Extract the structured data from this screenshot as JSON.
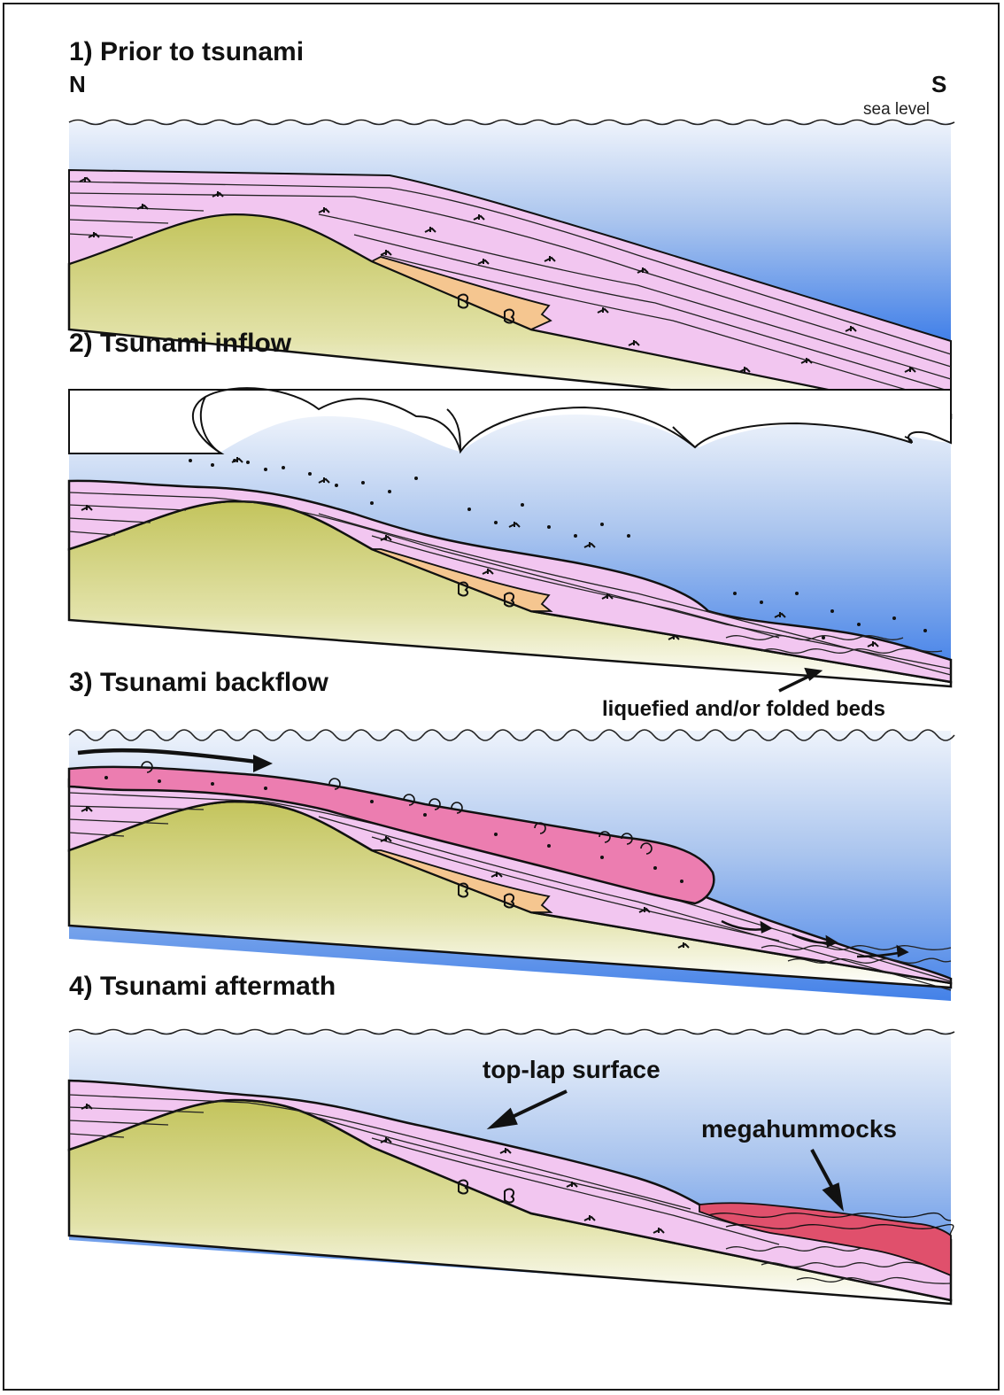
{
  "panels": [
    {
      "title": "1) Prior to tsunami"
    },
    {
      "title": "2) Tsunami inflow"
    },
    {
      "title": "3) Tsunami backflow"
    },
    {
      "title": "4) Tsunami aftermath"
    }
  ],
  "directions": {
    "north": "N",
    "south": "S"
  },
  "labels": {
    "sea_level": "sea level",
    "folded_beds": "liquefied and/or folded beds",
    "toplap": "top-lap surface",
    "megahummocks": "megahummocks"
  },
  "colors": {
    "water_top": "#e9f0fa",
    "water_bottom": "#3f7fe8",
    "strata": "#f2c6f0",
    "mound": "#c9c96a",
    "coral_lens": "#f5c690",
    "backflow_deposit": "#ec7db0",
    "megahummock": "#e0506c"
  }
}
